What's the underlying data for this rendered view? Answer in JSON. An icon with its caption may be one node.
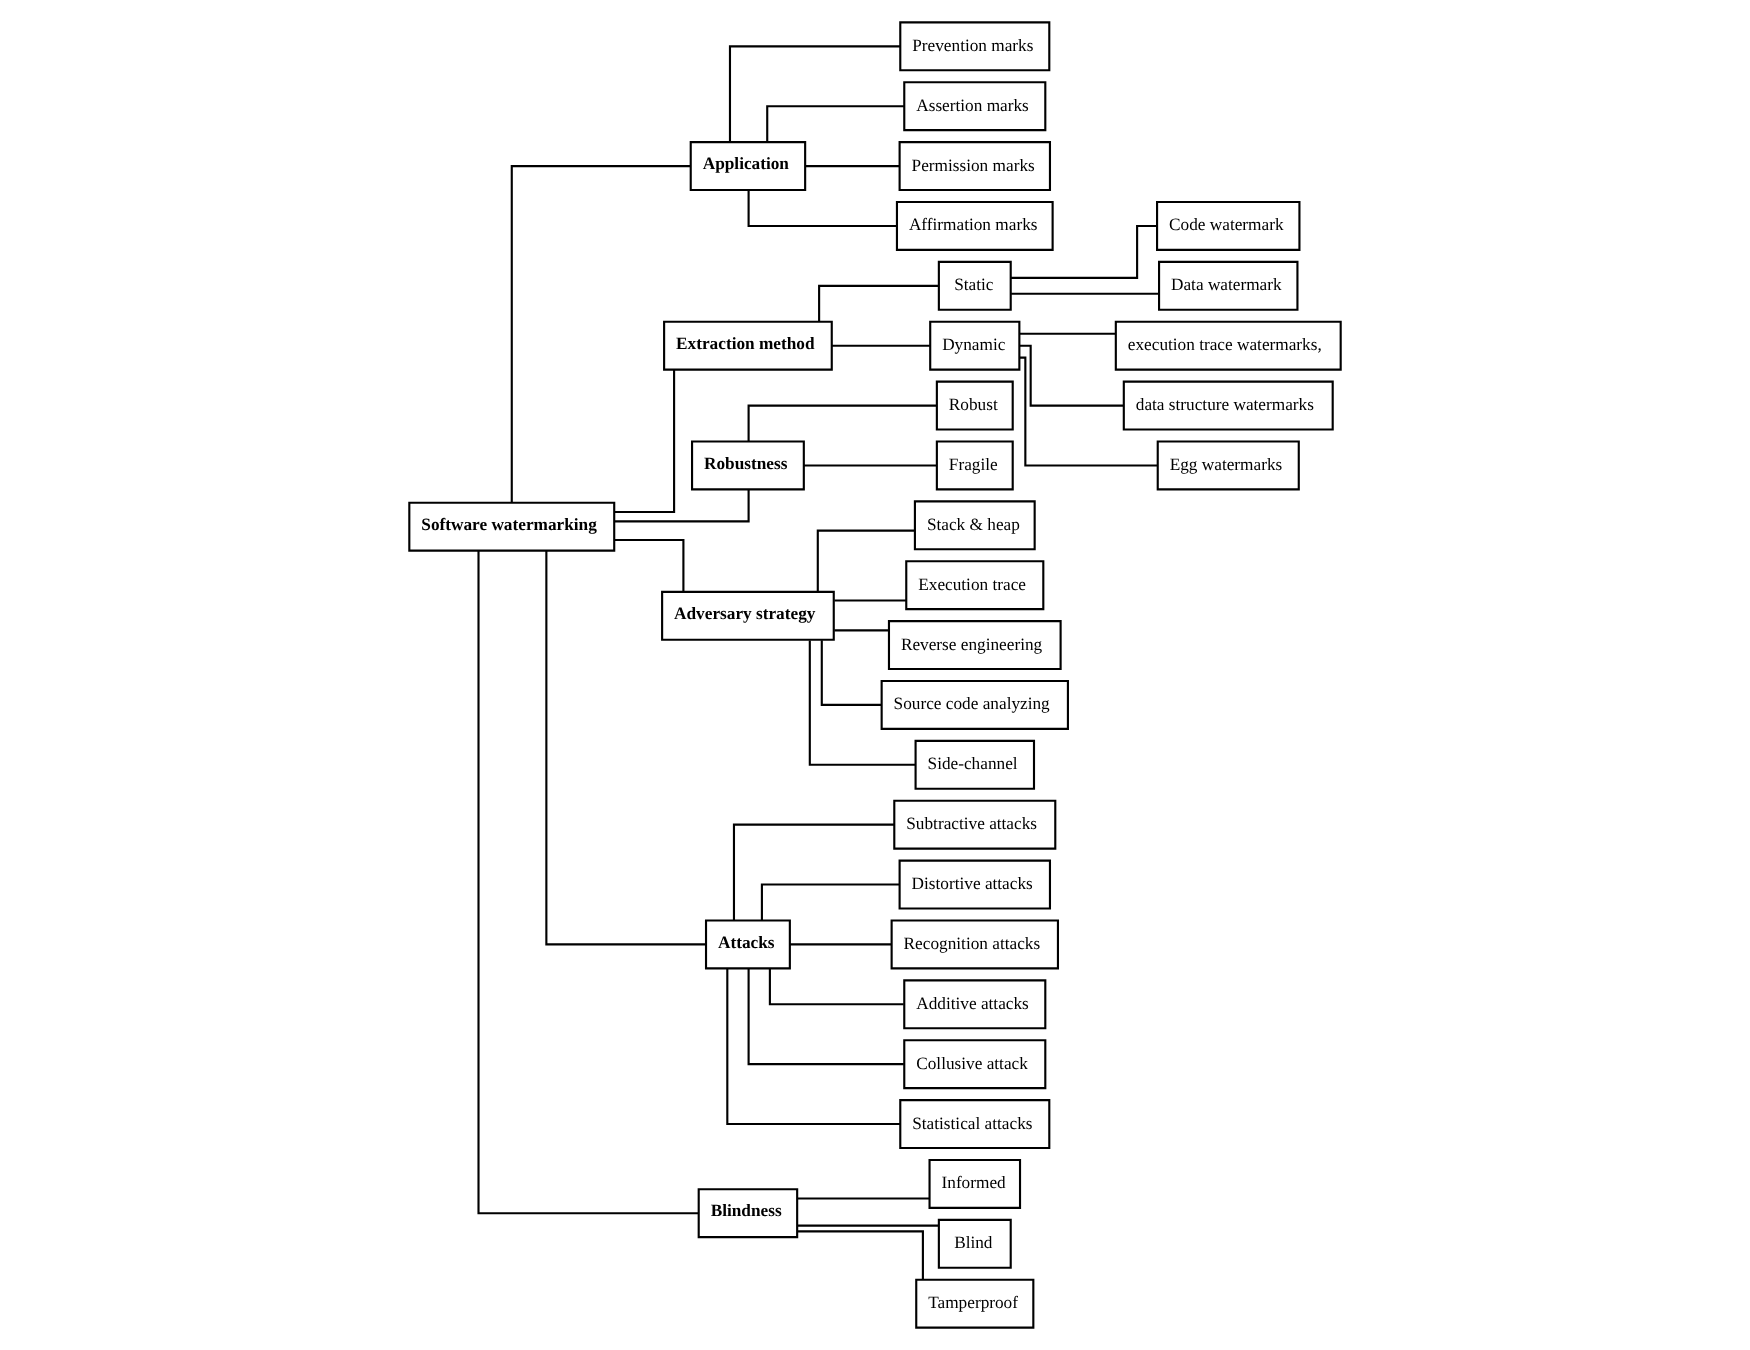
{
  "diagram": {
    "nodes": [
      {
        "text": [
          "Software watermarking"
        ]
      },
      {
        "text": [
          "Application"
        ]
      },
      {
        "text": [
          "Prevention marks"
        ]
      },
      {
        "text": [
          "Assertion marks"
        ]
      },
      {
        "text": [
          "Permission marks"
        ]
      },
      {
        "text": [
          "Affirmation marks"
        ]
      },
      {
        "text": [
          "Extraction method"
        ]
      },
      {
        "text": [
          "Static"
        ]
      },
      {
        "text": [
          "Dynamic"
        ]
      },
      {
        "text": [
          "Code watermark"
        ]
      },
      {
        "text": [
          "Data watermark"
        ]
      },
      {
        "text": [
          "execution trace watermarks,"
        ]
      },
      {
        "text": [
          "data structure watermarks"
        ]
      },
      {
        "text": [
          "Egg watermarks"
        ]
      },
      {
        "text": [
          "Robustness"
        ]
      },
      {
        "text": [
          "Robust"
        ]
      },
      {
        "text": [
          "Fragile"
        ]
      },
      {
        "text": [
          "Adversary strategy"
        ]
      },
      {
        "text": [
          "Stack & heap"
        ]
      },
      {
        "text": [
          "Execution trace"
        ]
      },
      {
        "text": [
          "Reverse engineering"
        ]
      },
      {
        "text": [
          "Source code analyzing"
        ]
      },
      {
        "text": [
          "Side-channel"
        ]
      },
      {
        "text": [
          "Attacks"
        ]
      },
      {
        "text": [
          "Subtractive attacks"
        ]
      },
      {
        "text": [
          "Distortive attacks"
        ]
      },
      {
        "text": [
          "Recognition attacks"
        ]
      },
      {
        "text": [
          "Additive attacks"
        ]
      },
      {
        "text": [
          "Collusive attack"
        ]
      },
      {
        "text": [
          "Statistical attacks"
        ]
      },
      {
        "text": [
          "Blindness"
        ]
      },
      {
        "text": [
          "Informed"
        ]
      },
      {
        "text": [
          "Blind"
        ]
      },
      {
        "text": [
          "Tamperproof"
        ]
      }
    ],
    "edges": [
      {
        "from": 0,
        "to": 1,
        "arrow": "none"
      },
      {
        "from": 1,
        "to": 2,
        "arrow": "none"
      },
      {
        "from": 1,
        "to": 3,
        "arrow": "none"
      },
      {
        "from": 1,
        "to": 4,
        "arrow": "none"
      },
      {
        "from": 1,
        "to": 5,
        "arrow": "none"
      },
      {
        "from": 0,
        "to": 6,
        "arrow": "none"
      },
      {
        "from": 6,
        "to": 7,
        "arrow": "none"
      },
      {
        "from": 6,
        "to": 8,
        "arrow": "none"
      },
      {
        "from": 7,
        "to": 9,
        "arrow": "none"
      },
      {
        "from": 7,
        "to": 10,
        "arrow": "none"
      },
      {
        "from": 8,
        "to": 11,
        "arrow": "none"
      },
      {
        "from": 8,
        "to": 12,
        "arrow": "none"
      },
      {
        "from": 8,
        "to": 13,
        "arrow": "none"
      },
      {
        "from": 0,
        "to": 14,
        "arrow": "none"
      },
      {
        "from": 14,
        "to": 15,
        "arrow": "none"
      },
      {
        "from": 14,
        "to": 16,
        "arrow": "none"
      },
      {
        "from": 0,
        "to": 17,
        "arrow": "none"
      },
      {
        "from": 17,
        "to": 18,
        "arrow": "none"
      },
      {
        "from": 17,
        "to": 19,
        "arrow": "none"
      },
      {
        "from": 17,
        "to": 20,
        "arrow": "none"
      },
      {
        "from": 17,
        "to": 21,
        "arrow": "none"
      },
      {
        "from": 17,
        "to": 22,
        "arrow": "none"
      },
      {
        "from": 0,
        "to": 23,
        "arrow": "none"
      },
      {
        "from": 23,
        "to": 24,
        "arrow": "none"
      },
      {
        "from": 23,
        "to": 25,
        "arrow": "none"
      },
      {
        "from": 23,
        "to": 26,
        "arrow": "none"
      },
      {
        "from": 23,
        "to": 27,
        "arrow": "none"
      },
      {
        "from": 23,
        "to": 28,
        "arrow": "none"
      },
      {
        "from": 23,
        "to": 29,
        "arrow": "none"
      },
      {
        "from": 0,
        "to": 30,
        "arrow": "none"
      },
      {
        "from": 30,
        "to": 31,
        "arrow": "none"
      },
      {
        "from": 30,
        "to": 32,
        "arrow": "none"
      },
      {
        "from": 30,
        "to": 33,
        "arrow": "none"
      }
    ]
  }
}
